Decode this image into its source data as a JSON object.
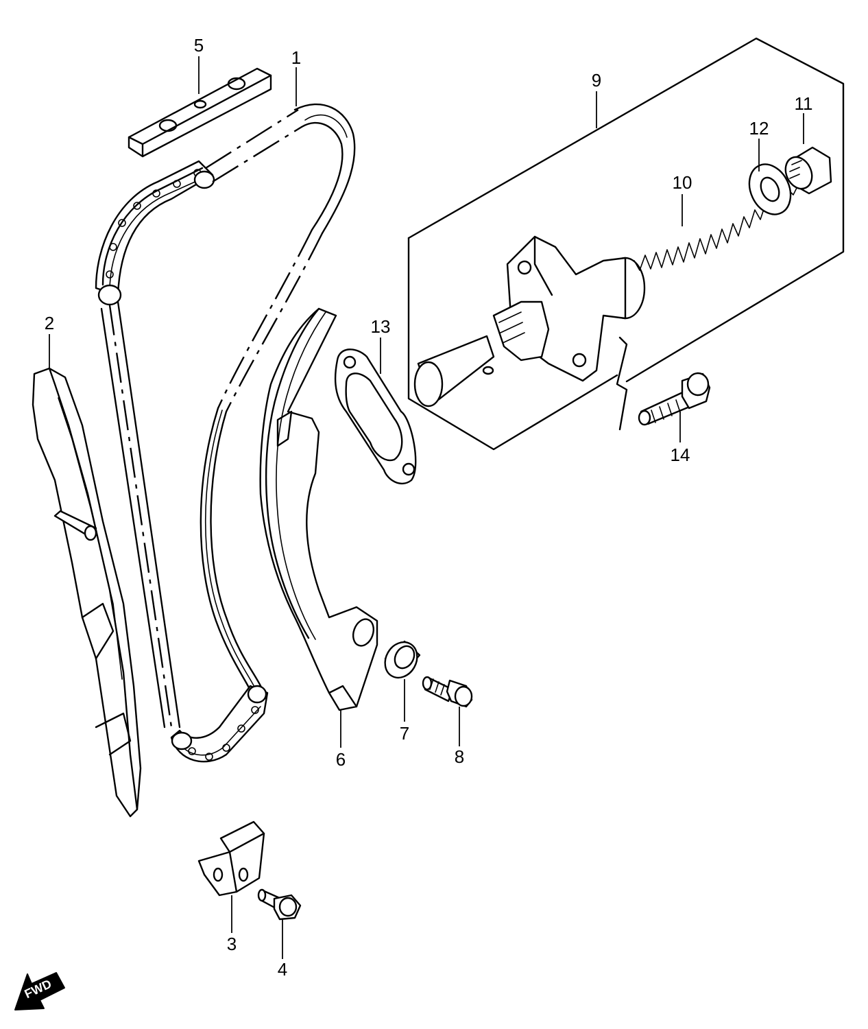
{
  "callouts": [
    {
      "id": "1",
      "label": "1"
    },
    {
      "id": "2",
      "label": "2"
    },
    {
      "id": "3",
      "label": "3"
    },
    {
      "id": "4",
      "label": "4"
    },
    {
      "id": "5",
      "label": "5"
    },
    {
      "id": "6",
      "label": "6"
    },
    {
      "id": "7",
      "label": "7"
    },
    {
      "id": "8",
      "label": "8"
    },
    {
      "id": "9",
      "label": "9"
    },
    {
      "id": "10",
      "label": "10"
    },
    {
      "id": "11",
      "label": "11"
    },
    {
      "id": "12",
      "label": "12"
    },
    {
      "id": "13",
      "label": "13"
    },
    {
      "id": "14",
      "label": "14"
    }
  ],
  "direction_marker": {
    "label": "FWD",
    "icon": "arrow-left-down-icon"
  },
  "colors": {
    "line": "#000000",
    "background": "#ffffff"
  }
}
